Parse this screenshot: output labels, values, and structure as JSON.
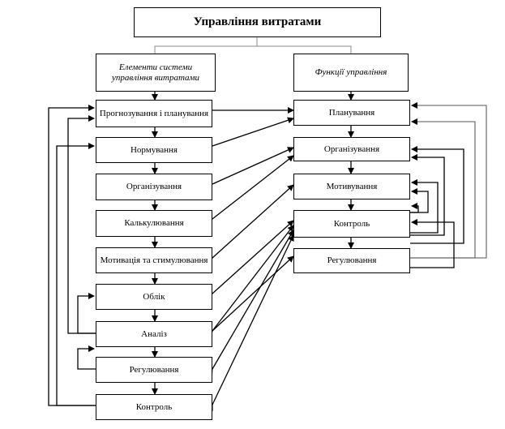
{
  "title": "Управління витратами",
  "left_header": "Елементи системи управління витратами",
  "right_header": "Функції управління",
  "left_items": [
    "Прогнозування і планування",
    "Нормування",
    "Організування",
    "Калькулювання",
    "Мотивація та стимулювання",
    "Облік",
    "Аналіз",
    "Регулювання",
    "Контроль"
  ],
  "right_items": [
    "Планування",
    "Організування",
    "Мотивування",
    "Контроль",
    "Регулювання"
  ]
}
